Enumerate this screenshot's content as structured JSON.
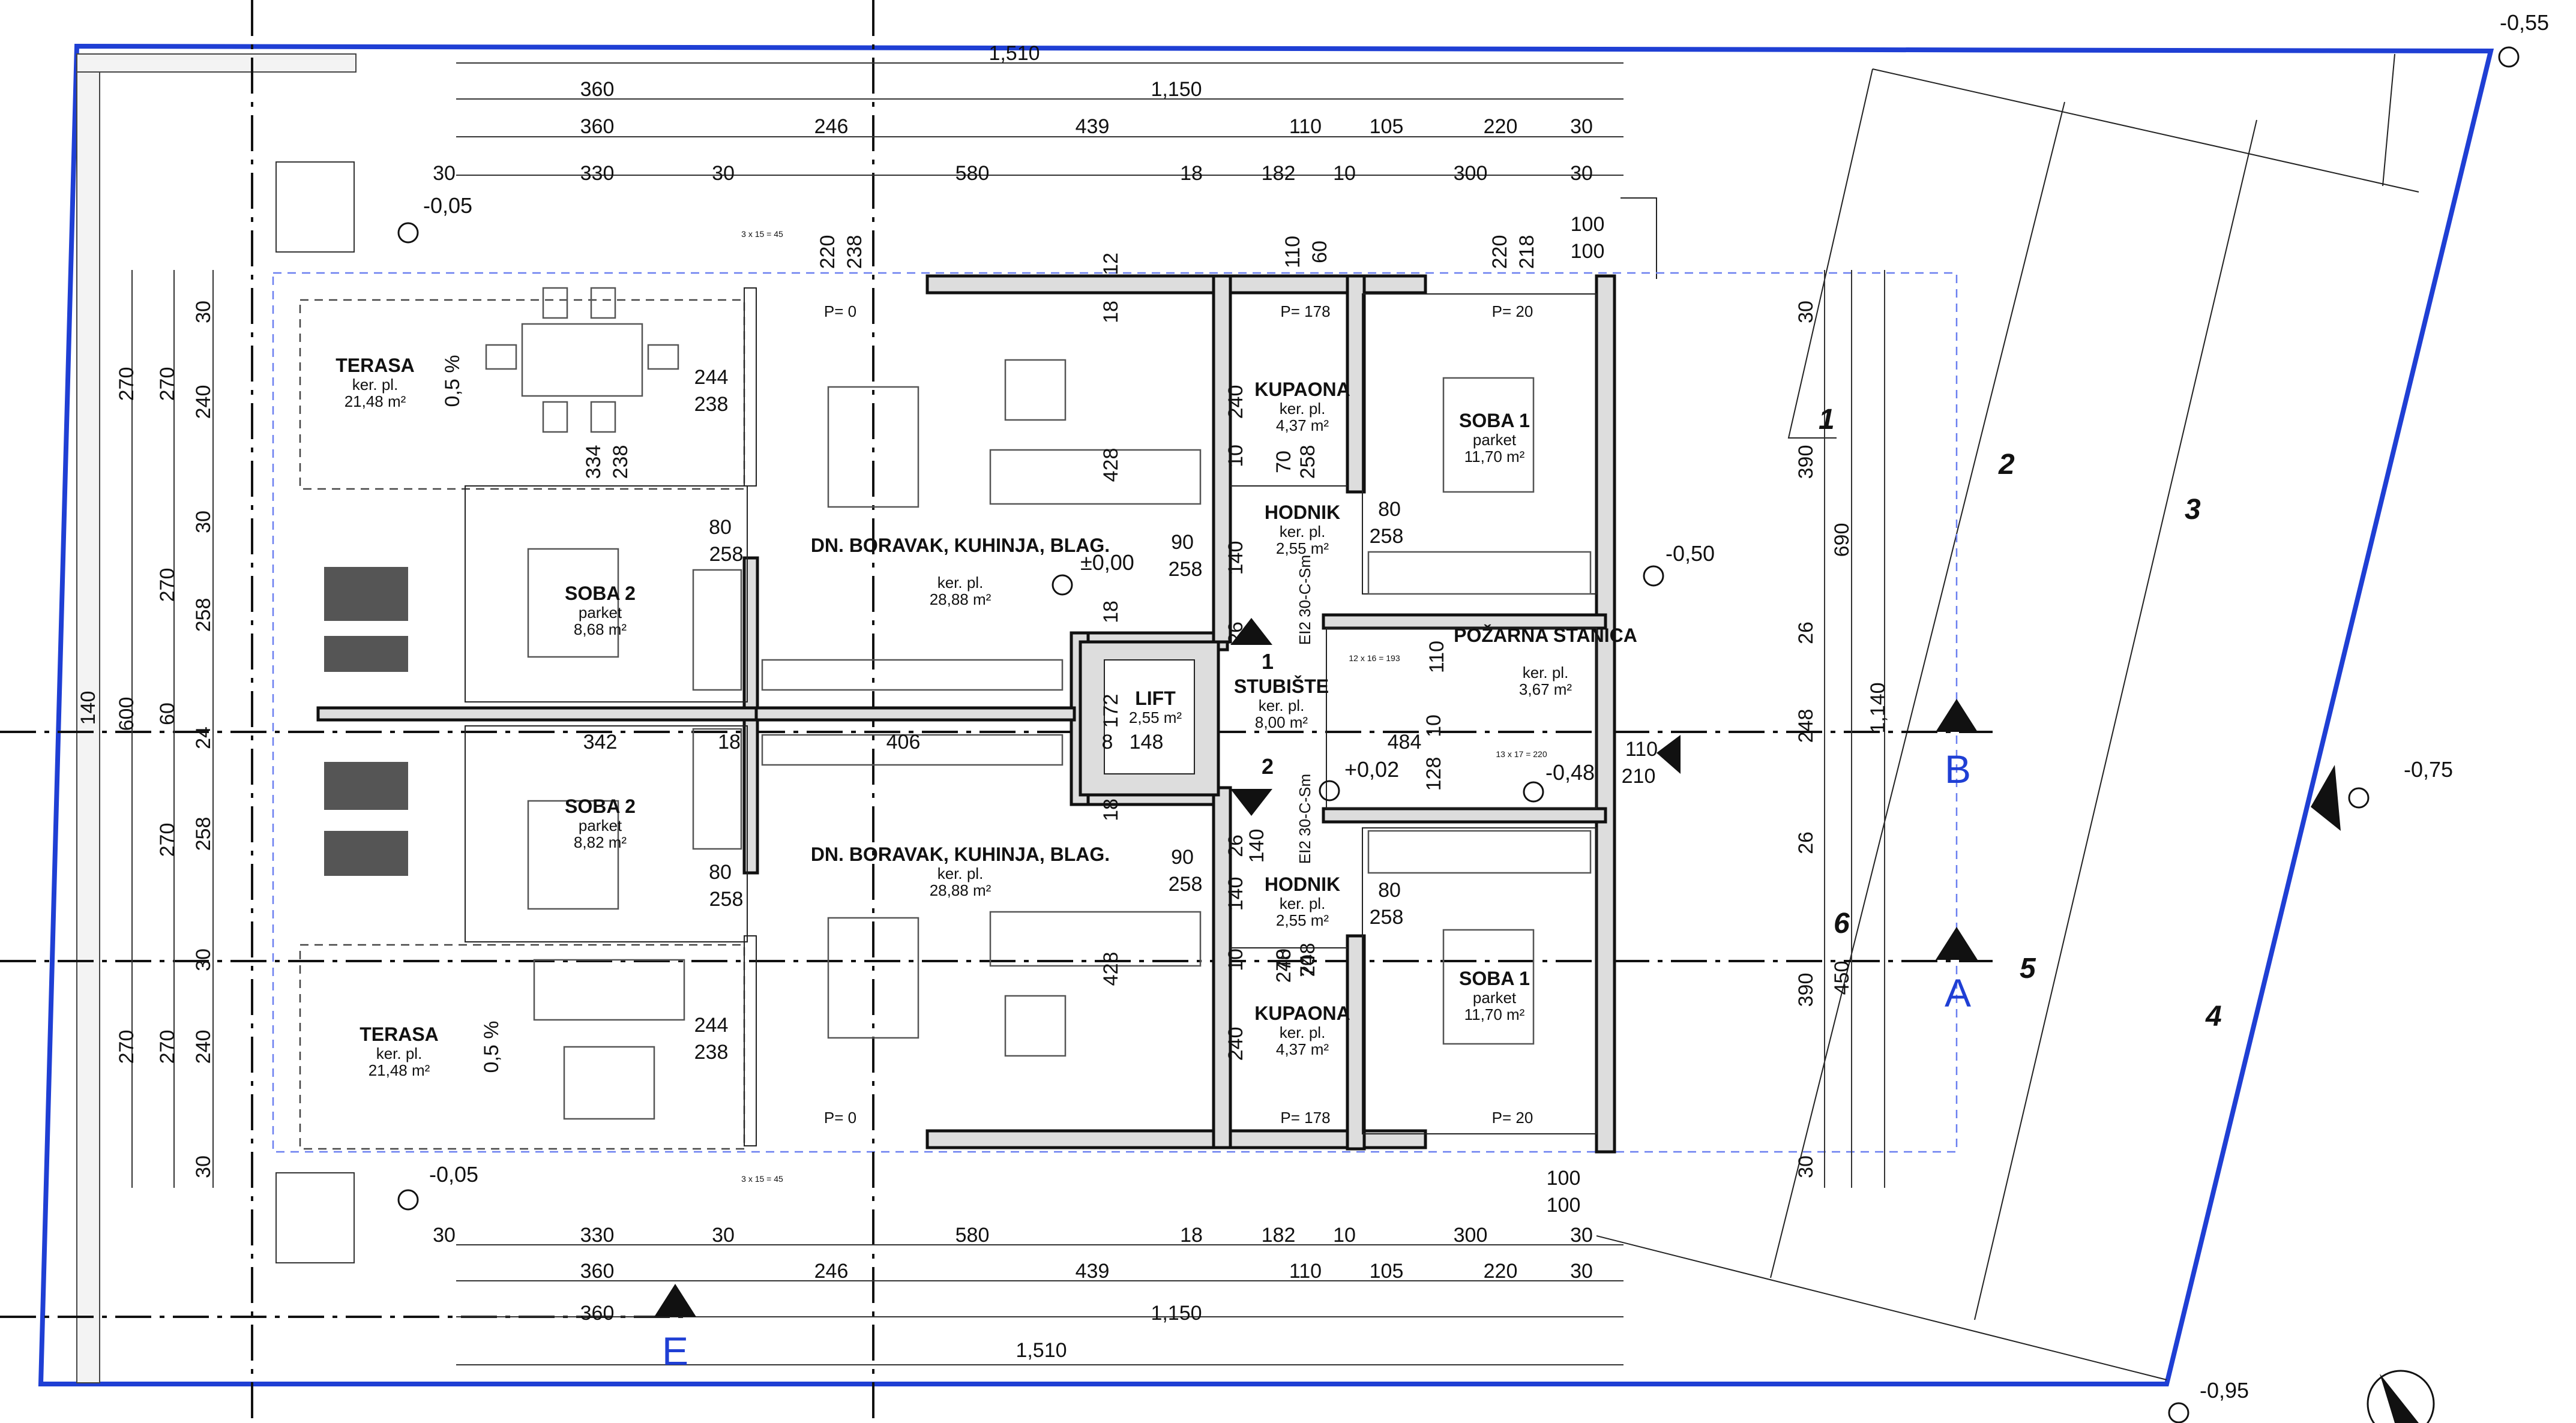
{
  "plan": {
    "axis_marks": [
      "A",
      "B",
      "E",
      "1",
      "2"
    ],
    "rooms": [
      {
        "key": "terasa_top",
        "name": "TERASA",
        "finish": "ker. pl.",
        "area": "21,48 m²"
      },
      {
        "key": "terasa_bottom",
        "name": "TERASA",
        "finish": "ker. pl.",
        "area": "21,48 m²"
      },
      {
        "key": "soba2_top",
        "name": "SOBA 2",
        "finish": "parket",
        "area": "8,68 m²"
      },
      {
        "key": "soba2_bottom",
        "name": "SOBA 2",
        "finish": "parket",
        "area": "8,82 m²"
      },
      {
        "key": "boravak_top",
        "name": "DN. BORAVAK, KUHINJA, BLAG.",
        "finish": "ker. pl.",
        "area": "28,88 m²"
      },
      {
        "key": "boravak_bottom",
        "name": "DN. BORAVAK, KUHINJA, BLAG.",
        "finish": "ker. pl.",
        "area": "28,88 m²"
      },
      {
        "key": "kupaona_top",
        "name": "KUPAONA",
        "finish": "ker. pl.",
        "area": "4,37 m²"
      },
      {
        "key": "kupaona_bottom",
        "name": "KUPAONA",
        "finish": "ker. pl.",
        "area": "4,37 m²"
      },
      {
        "key": "hodnik_top",
        "name": "HODNIK",
        "finish": "ker. pl.",
        "area": "2,55 m²"
      },
      {
        "key": "hodnik_bottom",
        "name": "HODNIK",
        "finish": "ker. pl.",
        "area": "2,55 m²"
      },
      {
        "key": "soba1_top",
        "name": "SOBA 1",
        "finish": "parket",
        "area": "11,70 m²"
      },
      {
        "key": "soba1_bottom",
        "name": "SOBA 1",
        "finish": "parket",
        "area": "11,70 m²"
      },
      {
        "key": "lift",
        "name": "LIFT",
        "finish": "",
        "area": "2,55 m²"
      },
      {
        "key": "stubiste",
        "name": "STUBIŠTE",
        "finish": "ker. pl.",
        "area": "8,00 m²"
      },
      {
        "key": "pozarna",
        "name": "POŽARNA STANICA",
        "finish": "ker. pl.",
        "area": "3,67 m²"
      }
    ],
    "levels": [
      "-0,55",
      "-0,05",
      "-0,05",
      "±0,00",
      "+0,02",
      "-0,50",
      "-0,48",
      "-0,75",
      "-0,95"
    ],
    "slopes": [
      "0,5 %",
      "0,5 %"
    ],
    "plot_numbers": [
      "1",
      "2",
      "3",
      "4",
      "5",
      "6"
    ],
    "parapets": [
      "P= 0",
      "P= 178",
      "P= 20",
      "P= 0",
      "P= 178",
      "P= 20"
    ],
    "stairs": [
      "12 x 16 = 193",
      "13 x 17 = 220",
      "3 x 15 = 45",
      "3 x 15 = 45"
    ],
    "wall_labels": [
      "EI2 30-C-Sm",
      "EI2 30-C-Sm"
    ],
    "dims_top": {
      "row1": [
        "1,510"
      ],
      "row2": [
        "360",
        "1,150"
      ],
      "row3": [
        "360",
        "246",
        "439",
        "110",
        "105",
        "220",
        "30"
      ],
      "row4": [
        "30",
        "330",
        "30",
        "580",
        "18",
        "182",
        "10",
        "300",
        "30"
      ]
    },
    "dims_bottom": {
      "row4": [
        "30",
        "330",
        "30",
        "580",
        "18",
        "182",
        "10",
        "300",
        "30"
      ],
      "row3": [
        "360",
        "246",
        "439",
        "110",
        "105",
        "220",
        "30"
      ],
      "row2": [
        "360",
        "1,150"
      ],
      "row1": [
        "1,510"
      ]
    },
    "dims_left": [
      "270",
      "270",
      "240",
      "30",
      "30",
      "270",
      "258",
      "140",
      "600",
      "60",
      "24",
      "270",
      "258",
      "30",
      "270",
      "270",
      "240",
      "30"
    ],
    "dims_right": [
      "30",
      "390",
      "690",
      "26",
      "248",
      "1,140",
      "26",
      "390",
      "450",
      "30"
    ],
    "dims_inner": [
      "220",
      "238",
      "12",
      "18",
      "110",
      "60",
      "220",
      "218",
      "100",
      "100",
      "244",
      "238",
      "334",
      "238",
      "80",
      "258",
      "240",
      "10",
      "70",
      "258",
      "90",
      "258",
      "140",
      "428",
      "80",
      "258",
      "18",
      "26",
      "110",
      "172",
      "8",
      "342",
      "18",
      "406",
      "148",
      "484",
      "10",
      "128",
      "110",
      "210",
      "26",
      "140",
      "70",
      "248",
      "18",
      "90",
      "258",
      "140",
      "80",
      "258",
      "244",
      "238",
      "428",
      "240",
      "10",
      "70",
      "248",
      "80",
      "258",
      "100",
      "100"
    ]
  }
}
